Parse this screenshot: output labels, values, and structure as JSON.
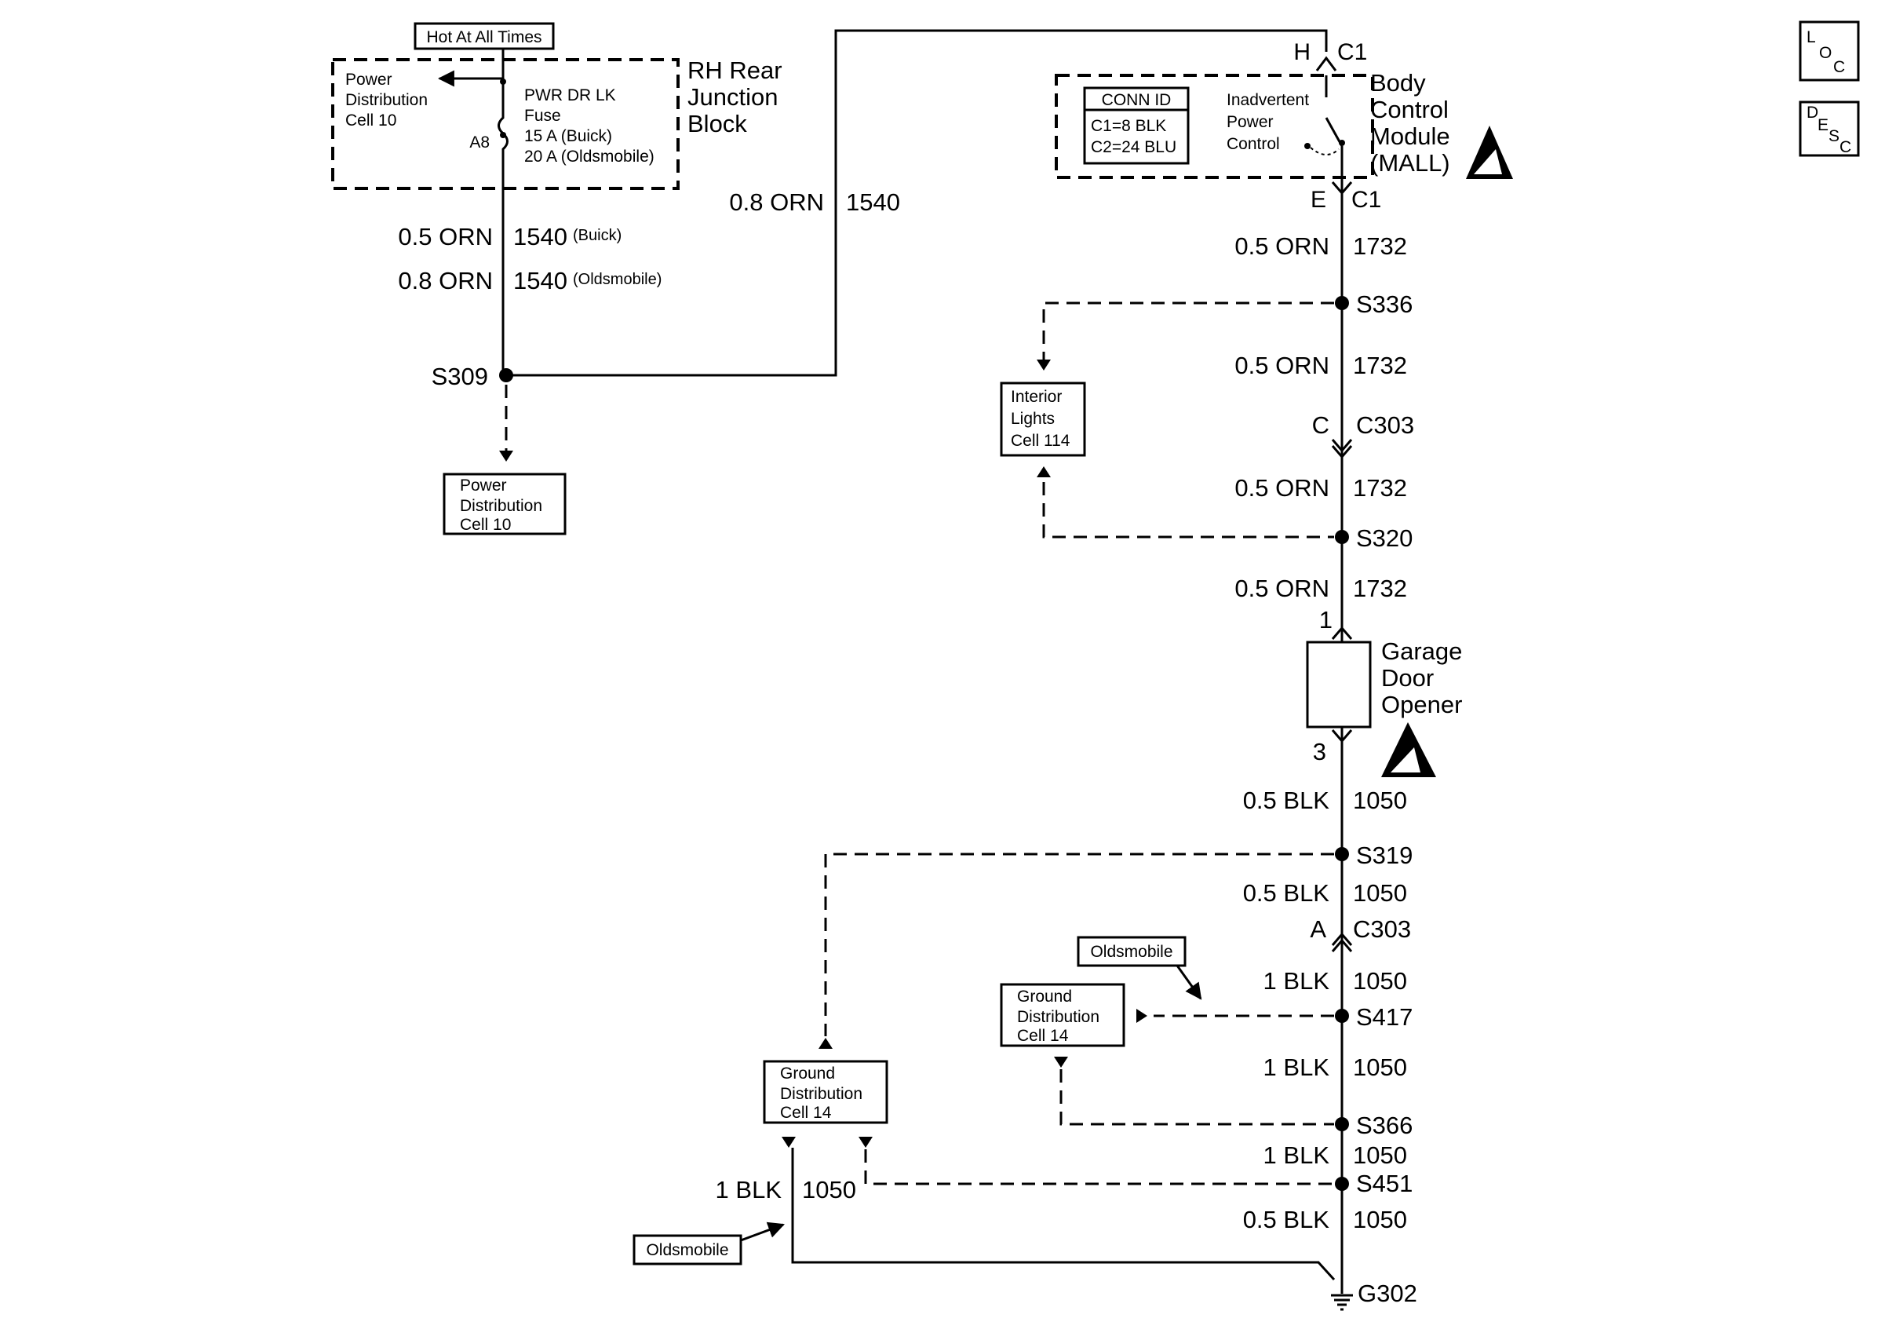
{
  "hot_label": "Hot At All Times",
  "junction": {
    "title_lines": [
      "RH Rear",
      "Junction",
      "Block"
    ],
    "power_dist_lines": [
      "Power",
      "Distribution",
      "Cell 10"
    ],
    "fuse_lines": [
      "PWR DR LK",
      "Fuse",
      "15 A (Buick)",
      "20 A (Oldsmobile)"
    ],
    "fuse_pin": "A8"
  },
  "left_wires": [
    {
      "gauge": "0.5 ORN",
      "circuit": "1540",
      "note": "(Buick)"
    },
    {
      "gauge": "0.8 ORN",
      "circuit": "1540",
      "note": "(Oldsmobile)"
    }
  ],
  "top_wire": {
    "gauge": "0.8 ORN",
    "circuit": "1540"
  },
  "s309": "S309",
  "power_dist_box_lines": [
    "Power",
    "Distribution",
    "Cell 10"
  ],
  "bcm": {
    "title_lines": [
      "Body",
      "Control",
      "Module",
      "(MALL)"
    ],
    "conn_id": "CONN ID",
    "conn_lines": [
      "C1=8 BLK",
      "C2=24 BLU"
    ],
    "inadvertent_lines": [
      "Inadvertent",
      "Power",
      "Control"
    ],
    "top_pin": "H",
    "top_conn": "C1",
    "bottom_pin": "E",
    "bottom_conn": "C1"
  },
  "right_wires": [
    {
      "gauge": "0.5 ORN",
      "circuit": "1732"
    },
    {
      "gauge": "0.5 ORN",
      "circuit": "1732"
    },
    {
      "gauge": "0.5 ORN",
      "circuit": "1732"
    },
    {
      "gauge": "0.5 ORN",
      "circuit": "1732"
    },
    {
      "gauge": "0.5 BLK",
      "circuit": "1050"
    },
    {
      "gauge": "0.5 BLK",
      "circuit": "1050"
    },
    {
      "gauge": "1 BLK",
      "circuit": "1050"
    },
    {
      "gauge": "1 BLK",
      "circuit": "1050"
    },
    {
      "gauge": "1 BLK",
      "circuit": "1050"
    },
    {
      "gauge": "0.5 BLK",
      "circuit": "1050"
    }
  ],
  "splices": [
    "S336",
    "S320",
    "S319",
    "S417",
    "S366",
    "S451"
  ],
  "c303_upper": {
    "pin": "C",
    "conn": "C303"
  },
  "c303_lower": {
    "pin": "A",
    "conn": "C303"
  },
  "interior_lights_lines": [
    "Interior",
    "Lights",
    "Cell 114"
  ],
  "gdo": {
    "title_lines": [
      "Garage",
      "Door",
      "Opener"
    ],
    "pin_top": "1",
    "pin_bottom": "3"
  },
  "ground_dist_lines": [
    "Ground",
    "Distribution",
    "Cell 14"
  ],
  "oldsmobile_label": "Oldsmobile",
  "left_ground_wire": {
    "gauge": "1 BLK",
    "circuit": "1050"
  },
  "ground": "G302",
  "loc_letters": [
    "L",
    "O",
    "C"
  ],
  "desc_letters": [
    "D",
    "E",
    "S",
    "C"
  ]
}
